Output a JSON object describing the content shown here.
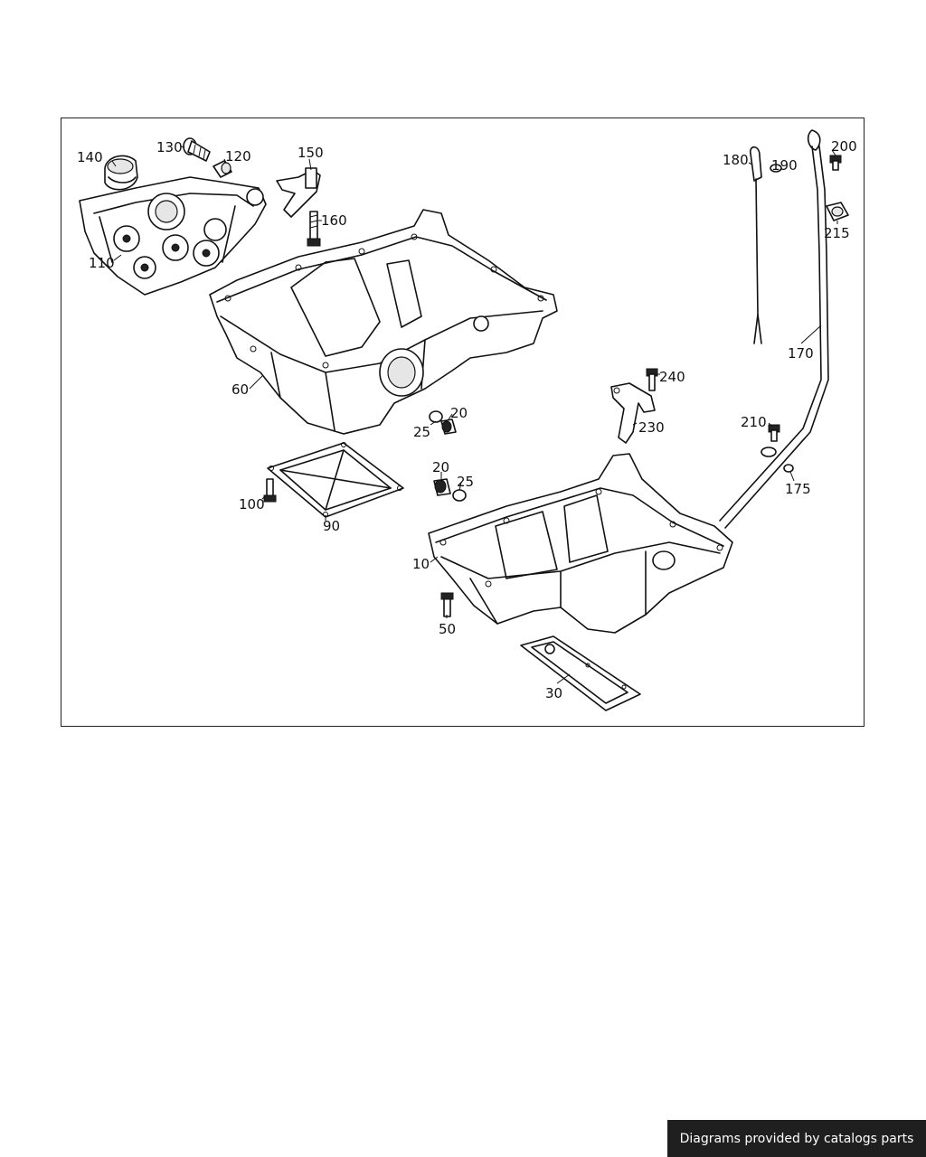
{
  "diagram": {
    "callouts": [
      {
        "id": "c140",
        "text": "140"
      },
      {
        "id": "c130",
        "text": "130"
      },
      {
        "id": "c120",
        "text": "120"
      },
      {
        "id": "c150",
        "text": "150"
      },
      {
        "id": "c160",
        "text": "160"
      },
      {
        "id": "c110",
        "text": "110"
      },
      {
        "id": "c60",
        "text": "60"
      },
      {
        "id": "c25a",
        "text": "25"
      },
      {
        "id": "c20a",
        "text": "20"
      },
      {
        "id": "c20b",
        "text": "20"
      },
      {
        "id": "c25b",
        "text": "25"
      },
      {
        "id": "c100",
        "text": "100"
      },
      {
        "id": "c90",
        "text": "90"
      },
      {
        "id": "c10",
        "text": "10"
      },
      {
        "id": "c50",
        "text": "50"
      },
      {
        "id": "c30",
        "text": "30"
      },
      {
        "id": "c240",
        "text": "240"
      },
      {
        "id": "c230",
        "text": "230"
      },
      {
        "id": "c180",
        "text": "180"
      },
      {
        "id": "c190",
        "text": "190"
      },
      {
        "id": "c200",
        "text": "200"
      },
      {
        "id": "c215",
        "text": "215"
      },
      {
        "id": "c170",
        "text": "170"
      },
      {
        "id": "c210",
        "text": "210"
      },
      {
        "id": "c175",
        "text": "175"
      }
    ]
  },
  "footer": {
    "credit": "Diagrams provided by catalogs parts"
  }
}
